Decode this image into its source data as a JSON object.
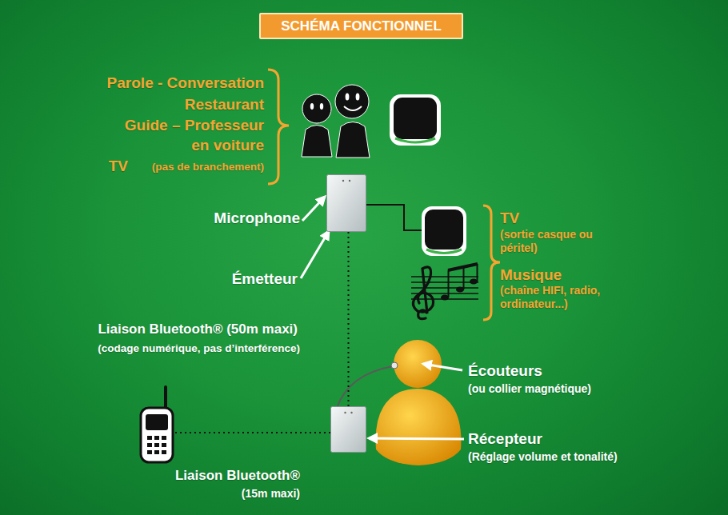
{
  "diagram": {
    "title": "SCHÉMA FONCTIONNEL",
    "nodes": [
      {
        "text": [
          "Microphone",
          "Émetteur"
        ]
      },
      {
        "text": [
          "TV",
          "(sortie casque ou péritel)"
        ]
      },
      {
        "text": [
          "Récepteur",
          "(Réglage volume et tonalité)"
        ]
      }
    ],
    "edges": [
      {
        "from": 0,
        "to": 1,
        "arrow": "none"
      },
      {
        "from": 0,
        "to": 2,
        "arrow": "none",
        "label": "Liaison Bluetooth® (50m maxi)"
      }
    ],
    "labels": [
      "Parole - Conversation",
      "Restaurant",
      "Guide – Professeur",
      "en voiture",
      "TV",
      "(pas de branchement)",
      "Musique",
      "(chaîne HIFI, radio, ordinateur...)",
      "(codage numérique, pas d’interférence)",
      "Écouteurs",
      "(ou collier magnétique)",
      "Liaison Bluetooth®",
      "(15m maxi)"
    ]
  }
}
